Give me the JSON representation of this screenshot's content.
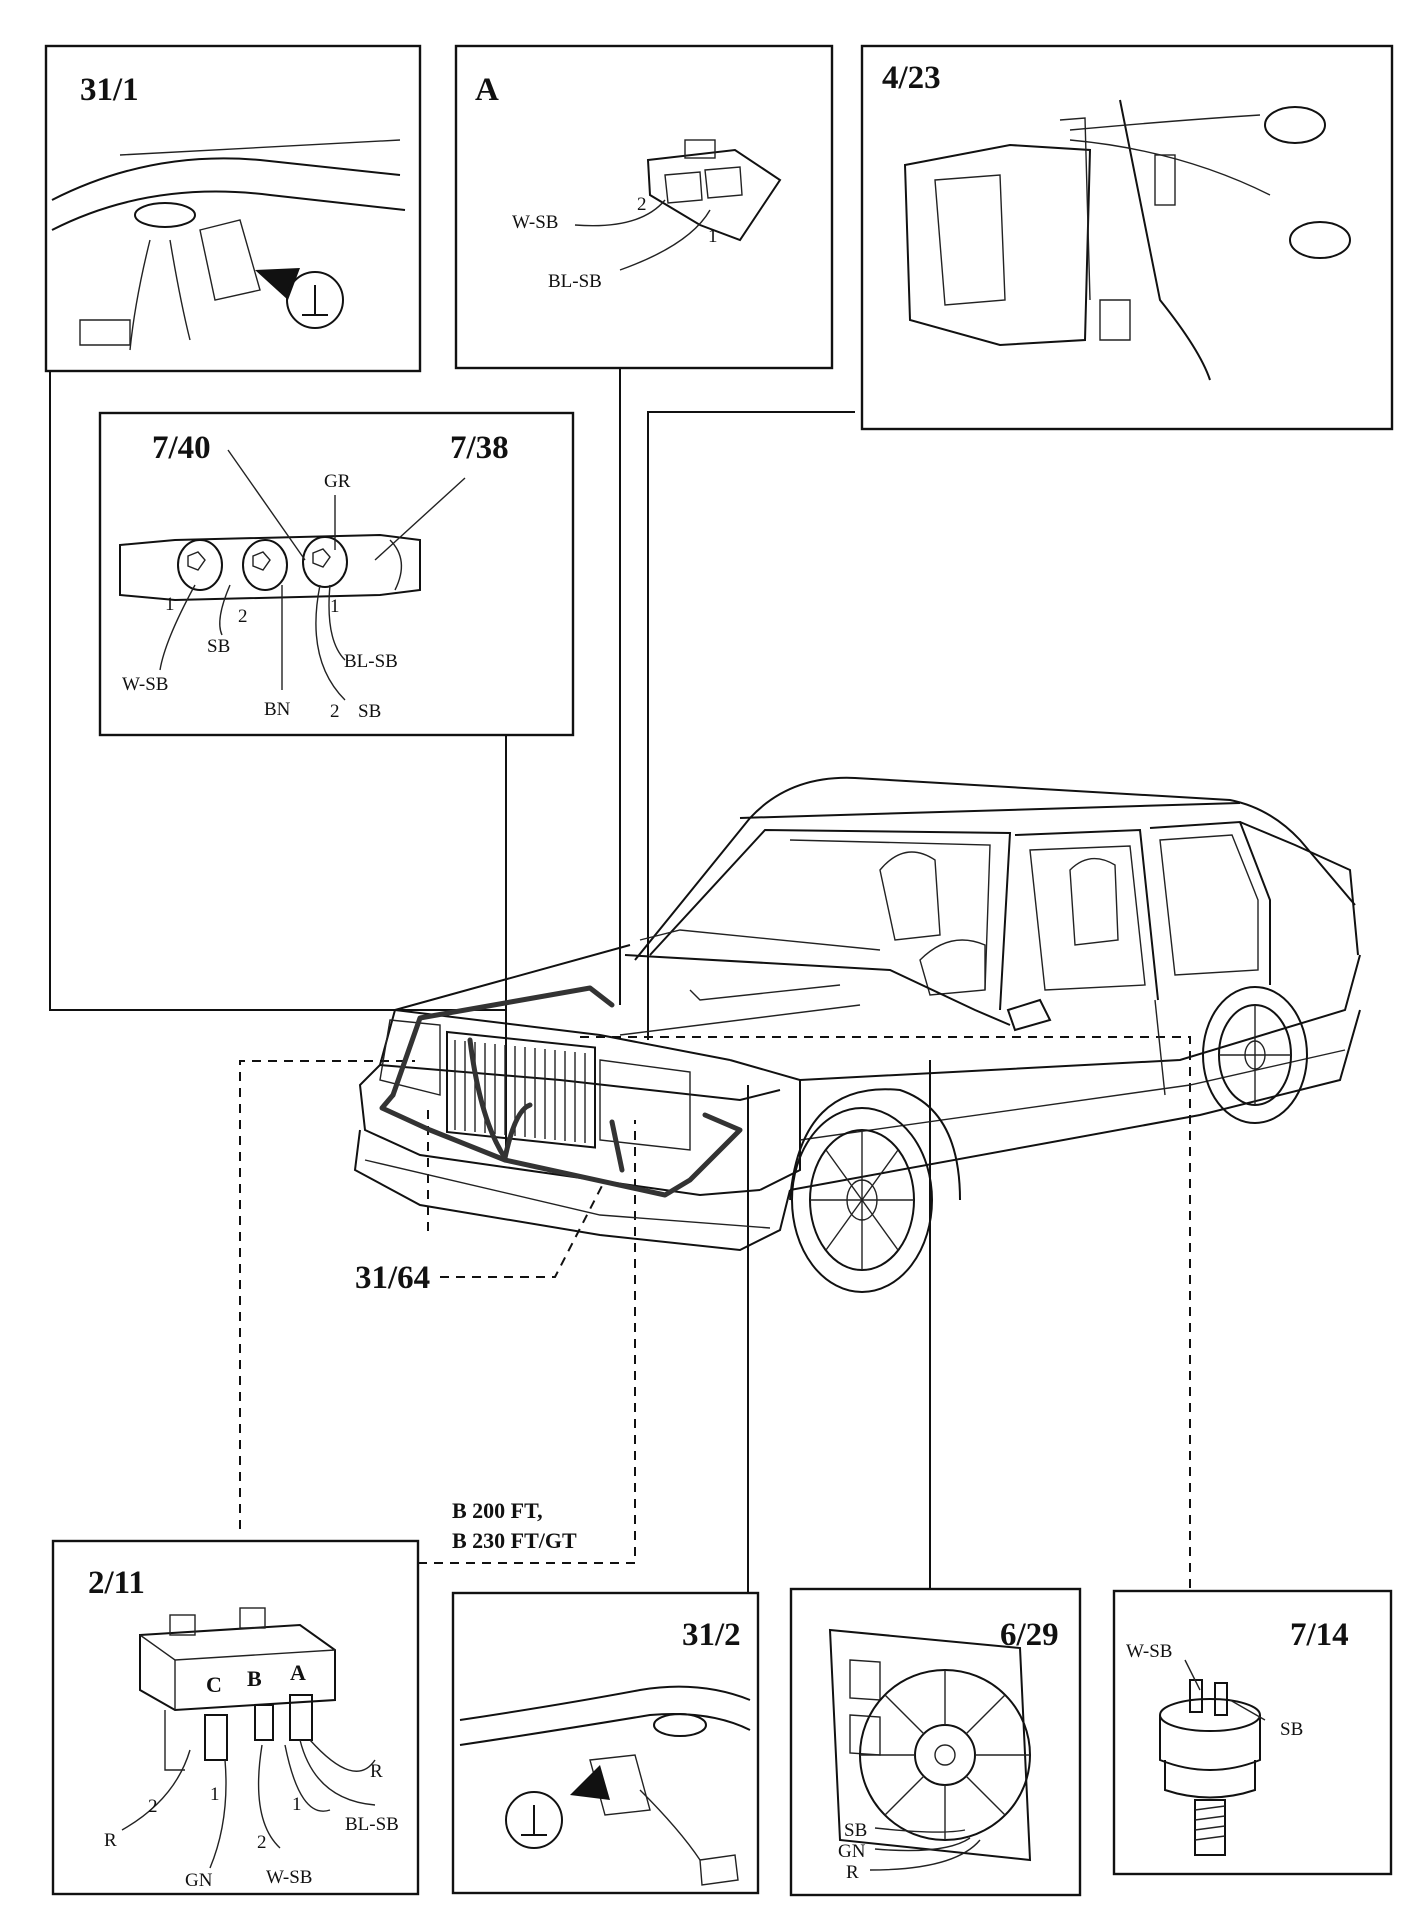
{
  "panels": {
    "p31_1": {
      "id": "31/1"
    },
    "pA": {
      "id": "A",
      "wire_left": "W-SB",
      "wire_right": "BL-SB",
      "pin2": "2",
      "pin1": "1"
    },
    "p4_23": {
      "id": "4/23"
    },
    "p7_40_38": {
      "id_left": "7/40",
      "id_right": "7/38",
      "gr": "GR",
      "pin1a": "1",
      "pin2": "2",
      "pin1b": "1",
      "pin2b": "2",
      "sb_a": "SB",
      "sb_b": "SB",
      "w_sb": "W-SB",
      "bn": "BN",
      "bl_sb": "BL-SB"
    },
    "p2_11": {
      "id": "2/11",
      "term_c": "C",
      "term_b": "B",
      "term_a": "A",
      "r_top": "R",
      "r_bot": "R",
      "gn": "GN",
      "w_sb": "W-SB",
      "bl_sb": "BL-SB",
      "n2a": "2",
      "n1a": "1",
      "n1b": "1",
      "n2b": "2"
    },
    "p31_2": {
      "id": "31/2"
    },
    "p6_29": {
      "id": "6/29",
      "sb": "SB",
      "gn": "GN",
      "r": "R"
    },
    "p7_14": {
      "id": "7/14",
      "w_sb": "W-SB",
      "sb": "SB"
    }
  },
  "callouts": {
    "harness": "31/64",
    "engine_line1": "B 200 FT,",
    "engine_line2": "B 230 FT/GT"
  }
}
